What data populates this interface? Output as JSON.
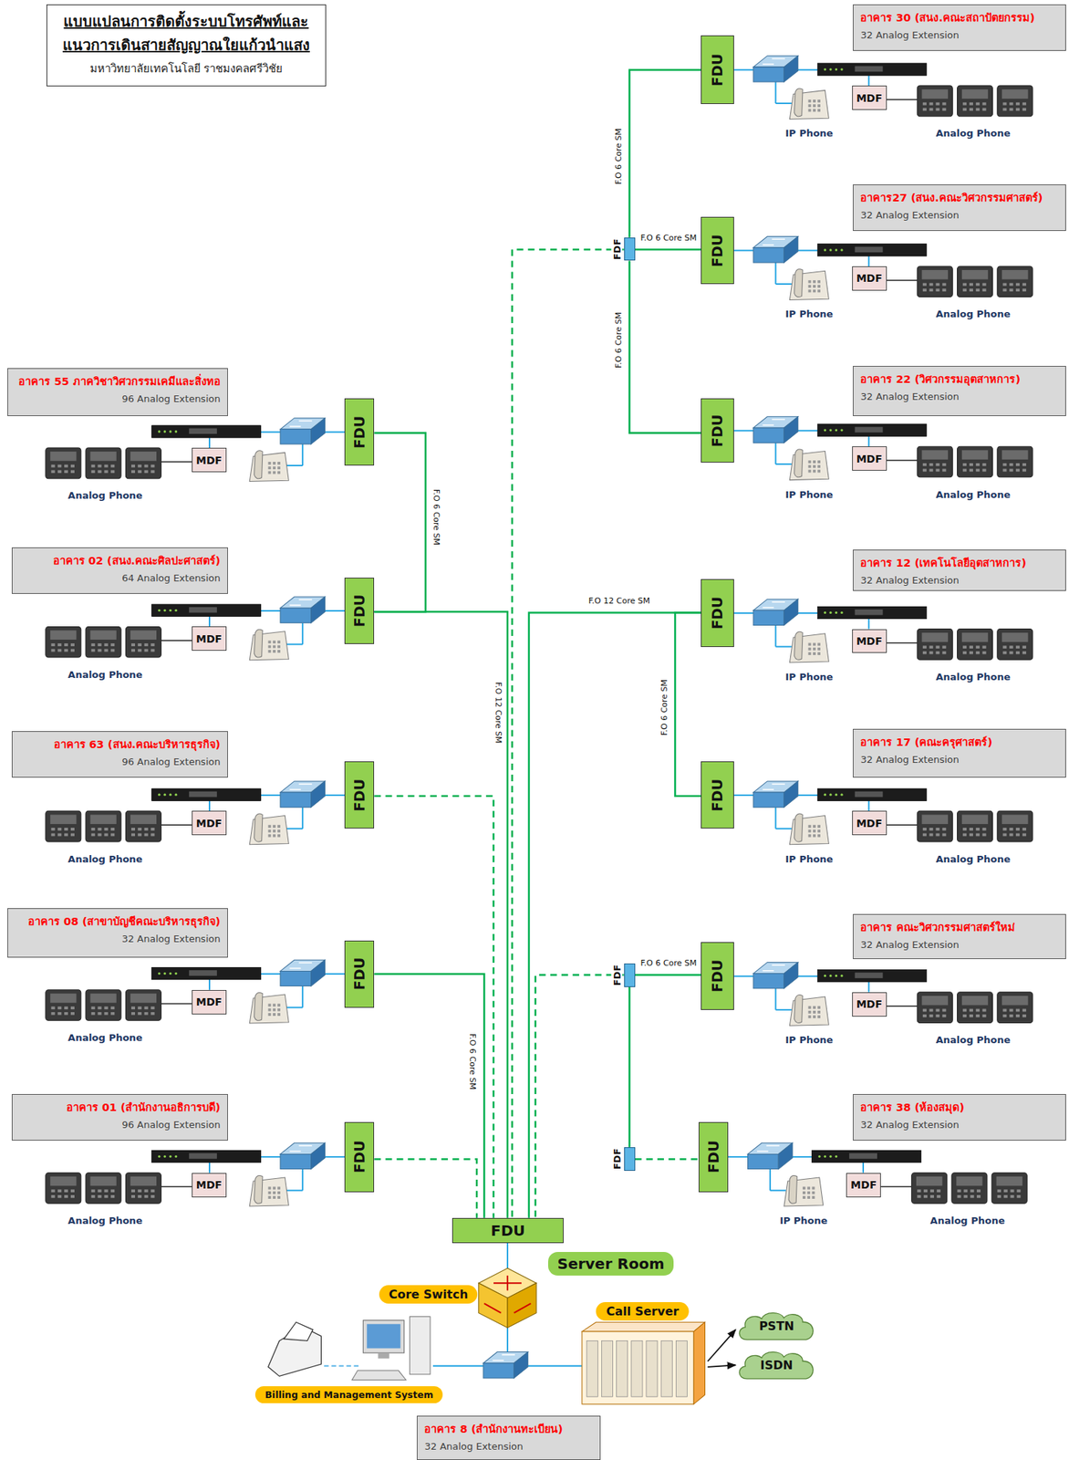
{
  "diagram": {
    "title": "แบบแปลนการติดตั้งระบบโทรศัพท์และ แนวการเดินสายสัญญาณใยแก้วนำแสง",
    "nodes": [
      {
        "text": [
          "อาคาร 30 (สนง.คณะสถาปัตยกรรม)",
          "32 Analog Extension"
        ]
      },
      {
        "text": [
          "FDU"
        ]
      },
      {
        "text": [
          "MDF"
        ]
      },
      {
        "text": [
          "FDF"
        ]
      },
      {
        "text": [
          "อาคาร27 (สนง.คณะวิศวกรรมศาสตร์)",
          "32 Analog Extension"
        ]
      },
      {
        "text": [
          "FDU"
        ]
      },
      {
        "text": [
          "MDF"
        ]
      },
      {
        "text": [
          "อาคาร 55 ภาควิชาวิศวกรรมเคมีและสิ่งทอ",
          "96 Analog Extension"
        ]
      },
      {
        "text": [
          "FDU"
        ]
      },
      {
        "text": [
          "MDF"
        ]
      },
      {
        "text": [
          "อาคาร 22 (วิศวกรรมอุตสาหการ)",
          "32 Analog Extension"
        ]
      },
      {
        "text": [
          "FDU"
        ]
      },
      {
        "text": [
          "MDF"
        ]
      },
      {
        "text": [
          "อาคาร 02 (สนง.คณะศิลปะศาสตร์)",
          "64 Analog Extension"
        ]
      },
      {
        "text": [
          "FDU"
        ]
      },
      {
        "text": [
          "MDF"
        ]
      },
      {
        "text": [
          "อาคาร 12 (เทคโนโลยีอุตสาหการ)",
          "32 Analog Extension"
        ]
      },
      {
        "text": [
          "FDU"
        ]
      },
      {
        "text": [
          "MDF"
        ]
      },
      {
        "text": [
          "อาคาร 63 (สนง.คณะบริหารธุรกิจ)",
          "96 Analog Extension"
        ]
      },
      {
        "text": [
          "FDU"
        ]
      },
      {
        "text": [
          "MDF"
        ]
      },
      {
        "text": [
          "อาคาร 17 (คณะครุศาสตร์)",
          "32 Analog Extension"
        ]
      },
      {
        "text": [
          "FDU"
        ]
      },
      {
        "text": [
          "MDF"
        ]
      },
      {
        "text": [
          "อาคาร 08 (สาขาบัญชีคณะบริหารธุรกิจ)",
          "32 Analog Extension"
        ]
      },
      {
        "text": [
          "FDU"
        ]
      },
      {
        "text": [
          "MDF"
        ]
      },
      {
        "text": [
          "FDF"
        ]
      },
      {
        "text": [
          "อาคาร คณะวิศวกรรมศาสตร์ใหม่",
          "32 Analog Extension"
        ]
      },
      {
        "text": [
          "FDU"
        ]
      },
      {
        "text": [
          "MDF"
        ]
      },
      {
        "text": [
          "อาคาร 01 (สำนักงานอธิการบดี)",
          "96 Analog Extension"
        ]
      },
      {
        "text": [
          "FDU"
        ]
      },
      {
        "text": [
          "MDF"
        ]
      },
      {
        "text": [
          "FDF"
        ]
      },
      {
        "text": [
          "อาคาร 38 (ห้องสมุด)",
          "32 Analog Extension"
        ]
      },
      {
        "text": [
          "FDU"
        ]
      },
      {
        "text": [
          "MDF"
        ]
      },
      {
        "text": [
          "FDU"
        ]
      },
      {
        "text": [
          "Server Room"
        ]
      },
      {
        "text": [
          "Core Switch"
        ]
      },
      {
        "text": [
          "Call Server"
        ]
      },
      {
        "text": [
          "PSTN"
        ]
      },
      {
        "text": [
          "ISDN"
        ]
      },
      {
        "text": [
          "Billing and Management System"
        ]
      },
      {
        "text": [
          "อาคาร 8 (สำนักงานทะเบียน)",
          "32 Analog Extension"
        ]
      }
    ],
    "edges": [
      {
        "from": 3,
        "to": 1,
        "arrow": "none",
        "label": "F.O 6 Core SM"
      },
      {
        "from": 3,
        "to": 5,
        "arrow": "none",
        "label": "F.O 6 Core SM"
      },
      {
        "from": 3,
        "to": 11,
        "arrow": "none",
        "label": "F.O 6 Core SM"
      },
      {
        "from": 3,
        "to": 39,
        "arrow": "none"
      },
      {
        "from": 8,
        "to": 14,
        "arrow": "none",
        "label": "F.O 6 Core SM"
      },
      {
        "from": 14,
        "to": 39,
        "arrow": "none",
        "label": "F.O 12 Core SM"
      },
      {
        "from": 17,
        "to": 39,
        "arrow": "none",
        "label": "F.O 12 Core SM"
      },
      {
        "from": 17,
        "to": 23,
        "arrow": "none",
        "label": "F.O 6 Core SM"
      },
      {
        "from": 20,
        "to": 39,
        "arrow": "none"
      },
      {
        "from": 26,
        "to": 39,
        "arrow": "none",
        "label": "F.O 6 Core SM"
      },
      {
        "from": 33,
        "to": 39,
        "arrow": "none"
      },
      {
        "from": 28,
        "to": 30,
        "arrow": "none",
        "label": "F.O 6 Core SM"
      },
      {
        "from": 28,
        "to": 39,
        "arrow": "none"
      },
      {
        "from": 28,
        "to": 35,
        "arrow": "none"
      },
      {
        "from": 35,
        "to": 37,
        "arrow": "none"
      },
      {
        "from": 42,
        "to": 43,
        "arrow": "to"
      },
      {
        "from": 42,
        "to": 44,
        "arrow": "to"
      }
    ],
    "labels": [
      "มหาวิทยาลัยเทคโนโลยี ราชมงคลศรีวิชัย",
      "IP Phone",
      "Analog Phone",
      "IP Phone",
      "Analog Phone",
      "Analog Phone",
      "IP Phone",
      "Analog Phone",
      "Analog Phone",
      "IP Phone",
      "Analog Phone",
      "Analog Phone",
      "IP Phone",
      "Analog Phone",
      "Analog Phone",
      "IP Phone",
      "Analog Phone",
      "Analog Phone",
      "IP Phone",
      "Analog Phone"
    ]
  }
}
